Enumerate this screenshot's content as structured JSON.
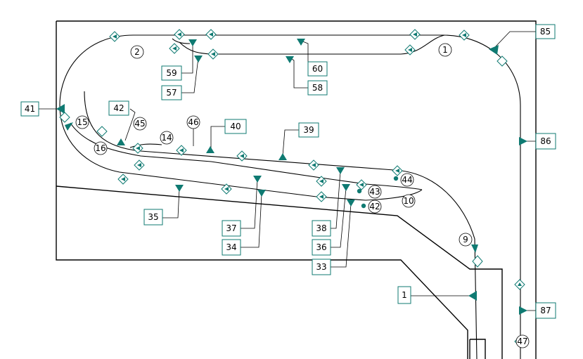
{
  "boxed_labels": [
    "85",
    "60",
    "58",
    "59",
    "57",
    "41",
    "42",
    "40",
    "39",
    "86",
    "35",
    "37",
    "34",
    "38",
    "36",
    "33",
    "1",
    "87"
  ],
  "circled_labels": [
    "2",
    "1",
    "15",
    "45",
    "14",
    "46",
    "16",
    "44",
    "43",
    "42",
    "10",
    "9",
    "47"
  ],
  "colors": {
    "accent": "#0f7a72",
    "line": "#000000",
    "background": "#ffffff"
  }
}
